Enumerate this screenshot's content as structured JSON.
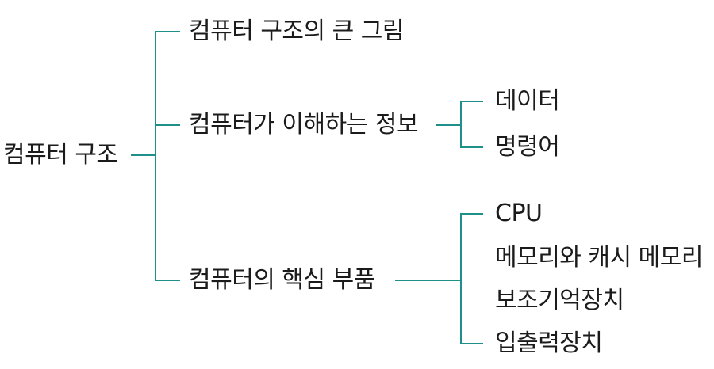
{
  "root": {
    "label": "컴퓨터 구조"
  },
  "branches": [
    {
      "label": "컴퓨터 구조의 큰 그림",
      "children": []
    },
    {
      "label": "컴퓨터가 이해하는 정보",
      "children": [
        {
          "label": "데이터"
        },
        {
          "label": "명령어"
        }
      ]
    },
    {
      "label": "컴퓨터의 핵심 부품",
      "children": [
        {
          "label": "CPU"
        },
        {
          "label": "메모리와 캐시 메모리"
        },
        {
          "label": "보조기억장치"
        },
        {
          "label": "입출력장치"
        }
      ]
    }
  ],
  "colors": {
    "connector": "#1f8f8a",
    "text": "#1b1b1b"
  }
}
